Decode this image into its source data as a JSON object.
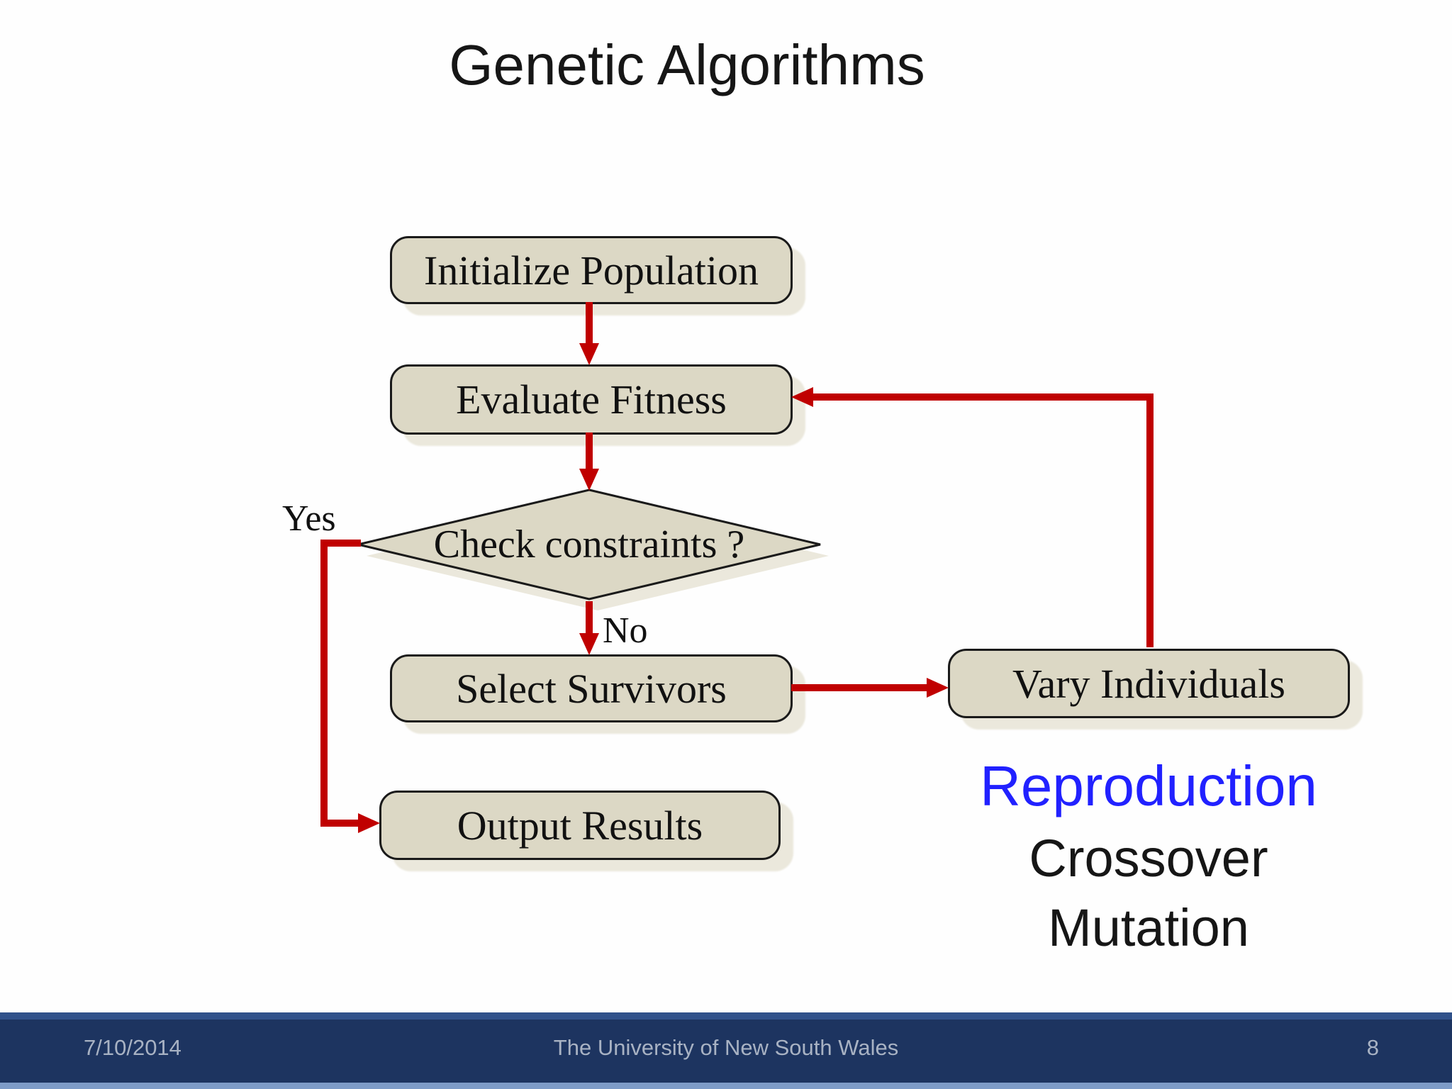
{
  "slide": {
    "title": "Genetic Algorithms",
    "footer": {
      "date": "7/10/2014",
      "center_text": "The University of New South Wales",
      "page_number": "8"
    }
  },
  "flowchart": {
    "nodes": [
      {
        "id": "initialize",
        "shape": "rounded-rect",
        "label": "Initialize Population"
      },
      {
        "id": "evaluate",
        "shape": "rounded-rect",
        "label": "Evaluate Fitness"
      },
      {
        "id": "check",
        "shape": "diamond",
        "label": "Check constraints ?"
      },
      {
        "id": "select",
        "shape": "rounded-rect",
        "label": "Select Survivors"
      },
      {
        "id": "vary",
        "shape": "rounded-rect",
        "label": "Vary Individuals"
      },
      {
        "id": "output",
        "shape": "rounded-rect",
        "label": "Output Results"
      }
    ],
    "edges": [
      {
        "from": "initialize",
        "to": "evaluate",
        "label": ""
      },
      {
        "from": "evaluate",
        "to": "check",
        "label": ""
      },
      {
        "from": "check",
        "to": "select",
        "label": "No"
      },
      {
        "from": "check",
        "to": "output",
        "label": "Yes"
      },
      {
        "from": "select",
        "to": "vary",
        "label": ""
      },
      {
        "from": "vary",
        "to": "evaluate",
        "label": ""
      }
    ]
  },
  "annotations": {
    "reproduction": "Reproduction",
    "crossover": "Crossover",
    "mutation": "Mutation"
  },
  "colors": {
    "arrow_red": "#c00000",
    "node_fill": "#dcd8c5",
    "node_border": "#1a1a1a",
    "node_shadow": "#ebe8dc",
    "reproduction_blue": "#2121ff",
    "footer_navy": "#1d3460",
    "footer_light_strip": "#7e9cc8",
    "footer_text": "#a8b2c3"
  }
}
